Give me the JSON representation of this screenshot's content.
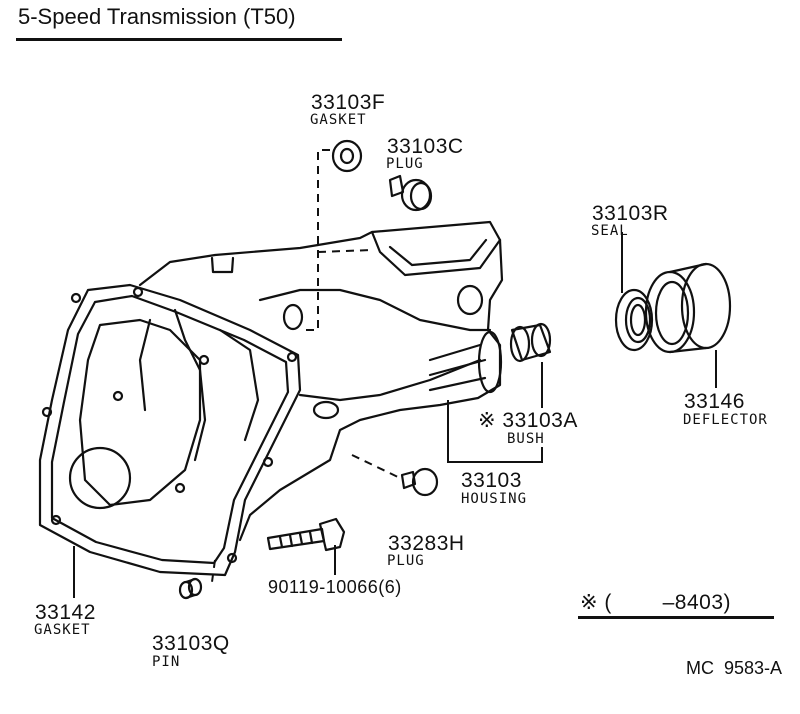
{
  "title": "5-Speed Transmission (T50)",
  "parts": [
    {
      "number": "33103F",
      "name": "GASKET"
    },
    {
      "number": "33103C",
      "name": "PLUG"
    },
    {
      "number": "33103R",
      "name": "SEAL"
    },
    {
      "number": "33146",
      "name": "DEFLECTOR"
    },
    {
      "number": "※ 33103A",
      "name": "BUSH"
    },
    {
      "number": "33103",
      "name": "HOUSING"
    },
    {
      "number": "33283H",
      "name": "PLUG"
    },
    {
      "number": "90119-10066(6)",
      "name": ""
    },
    {
      "number": "33142",
      "name": "GASKET"
    },
    {
      "number": "33103Q",
      "name": "PIN"
    }
  ],
  "note": "※ (        –8403)",
  "figure_code": "MC  9583-A"
}
